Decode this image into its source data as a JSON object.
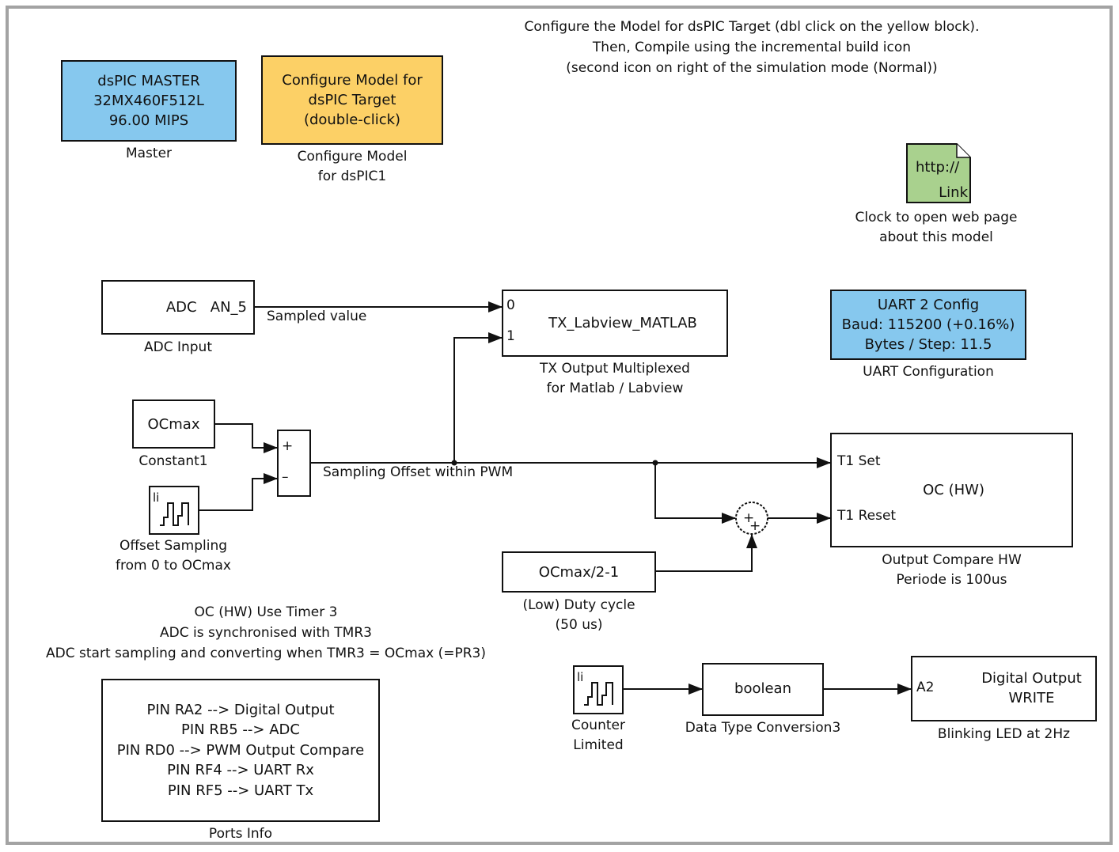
{
  "instructions": {
    "line1": "Configure the Model for dsPIC Target (dbl click on the yellow block).",
    "line2": "Then, Compile using the incremental build icon",
    "line3": "(second icon on right of the simulation mode (Normal))"
  },
  "blocks": {
    "master": {
      "lines": [
        "dsPIC MASTER",
        "32MX460F512L",
        "96.00 MIPS"
      ],
      "label": "Master",
      "color": "#86c8ee"
    },
    "configure": {
      "lines": [
        "Configure Model for",
        "dsPIC Target",
        "(double-click)"
      ],
      "label_lines": [
        "Configure Model",
        "for dsPIC1"
      ],
      "color": "#fcd066"
    },
    "weblink": {
      "line1": "http://",
      "line2": "Link",
      "label_lines": [
        "Clock to open web page",
        "about this model"
      ],
      "color": "#a9d18e"
    },
    "uart": {
      "lines": [
        "UART 2 Config",
        "Baud: 115200 (+0.16%)",
        "Bytes / Step: 11.5"
      ],
      "label": "UART Configuration",
      "color": "#86c8ee"
    },
    "adc": {
      "text": "ADC   AN_5",
      "label": "ADC Input",
      "signal_label": "Sampled value"
    },
    "tx": {
      "text": "TX_Labview_MATLAB",
      "ports": [
        "0",
        "1"
      ],
      "label_lines": [
        "TX Output Multiplexed",
        "for Matlab / Labview"
      ]
    },
    "constant1": {
      "text": "OCmax",
      "label": "Constant1"
    },
    "offset_counter": {
      "icon": "limited-counter-icon",
      "label_lines": [
        "Offset Sampling",
        "from 0 to OCmax"
      ]
    },
    "sum1": {
      "signs": [
        "+",
        "–"
      ],
      "signal_label": "Sampling Offset within PWM"
    },
    "oc_hw": {
      "text": "OC (HW)",
      "ports": [
        "T1 Set",
        "T1 Reset"
      ],
      "label_lines": [
        "Output Compare HW",
        "Periode is 100us"
      ]
    },
    "sum2": {
      "signs": [
        "+",
        "+"
      ]
    },
    "duty": {
      "text": "OCmax/2-1",
      "label_lines": [
        "(Low) Duty cycle",
        "(50 us)"
      ]
    },
    "counter_limited": {
      "icon": "limited-counter-icon",
      "label_lines": [
        "Counter",
        "Limited"
      ]
    },
    "dtc": {
      "text": "boolean",
      "label": "Data Type Conversion3"
    },
    "digital_out": {
      "port": "A2",
      "lines": [
        "Digital Output",
        "WRITE"
      ],
      "label": "Blinking LED at 2Hz"
    },
    "ports_info": {
      "lines": [
        "PIN RA2 --> Digital Output",
        "PIN RB5 --> ADC",
        "PIN RD0 --> PWM Output Compare",
        "PIN RF4 --> UART Rx",
        "PIN RF5 --> UART Tx"
      ],
      "label": "Ports Info"
    }
  },
  "timer_note": {
    "line1": "OC (HW) Use Timer 3",
    "line2": "ADC is synchronised with TMR3",
    "line3": "ADC start sampling and converting when TMR3 = OCmax (=PR3)"
  }
}
